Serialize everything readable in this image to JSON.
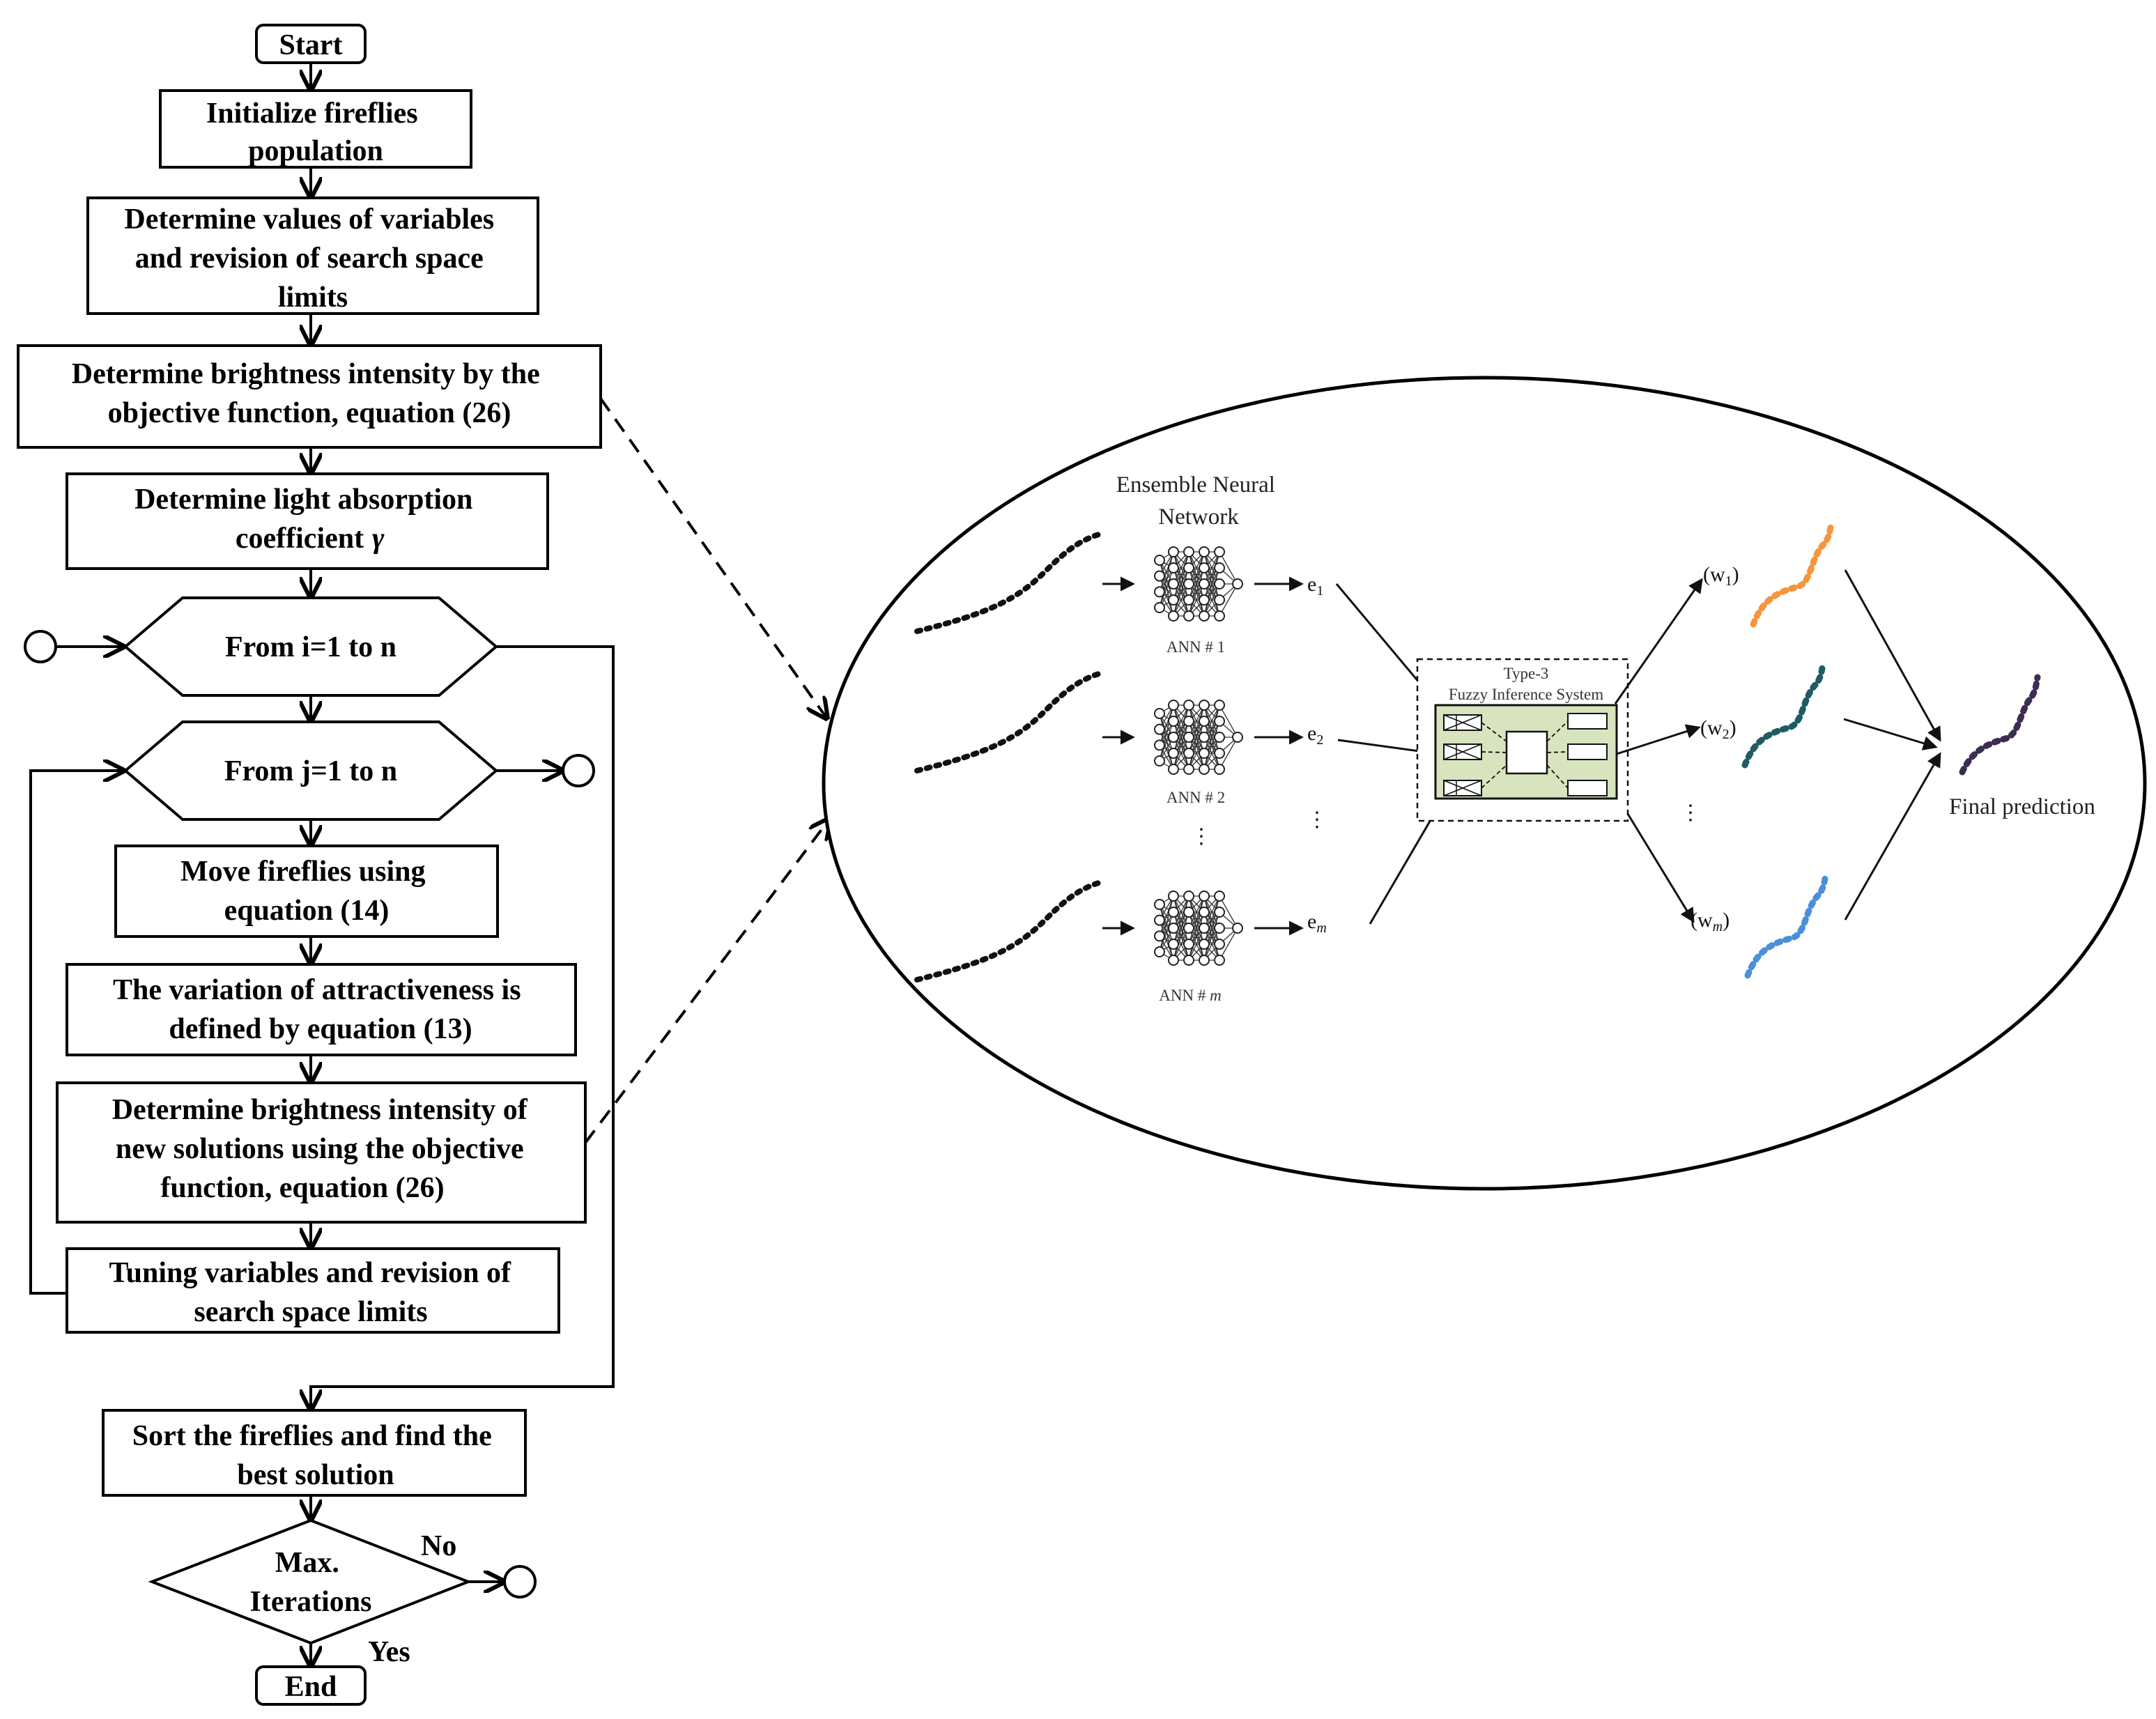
{
  "flowchart": {
    "start": "Start",
    "init": [
      "Initialize  fireflies",
      "population"
    ],
    "determine_vars": [
      "Determine values of variables",
      "and revision of search space",
      "limits"
    ],
    "brightness": [
      "Determine brightness intensity by the",
      "objective function,  equation (26)"
    ],
    "absorption": [
      "Determine light absorption",
      "coefficient"
    ],
    "gamma": "γ",
    "loop_i": "From i=1 to n",
    "loop_j": "From j=1 to n",
    "move": [
      "Move fireflies using",
      "equation (14)"
    ],
    "attract": [
      "The variation of attractiveness is",
      "defined by equation (13)"
    ],
    "new_bright": [
      "Determine brightness intensity of",
      "new solutions using  the objective",
      "function, equation (26)"
    ],
    "tuning": [
      "Tuning variables and revision of",
      "search space limits"
    ],
    "sort": [
      "Sort the fireflies and find the",
      "best solution"
    ],
    "max_iter": [
      "Max.",
      "Iterations"
    ],
    "no": "No",
    "yes": "Yes",
    "end": "End"
  },
  "ensemble": {
    "title": [
      "Ensemble Neural",
      "Network"
    ],
    "ann_labels": [
      "ANN # 1",
      "ANN # 2",
      "ANN # "
    ],
    "ann_m": "m",
    "e": "e",
    "e_subs": [
      "1",
      "2",
      "m"
    ],
    "fis": [
      "Type-3",
      "Fuzzy Inference System"
    ],
    "w": "w",
    "w_subs": [
      "1",
      "2",
      "m"
    ],
    "final": "Final  prediction",
    "dots": "⋮",
    "curve_colors": [
      "#f7943d",
      "#1f5b63",
      "#4a8fdc",
      "#3d2d52"
    ],
    "fis_fill": "#d7e4bd"
  }
}
